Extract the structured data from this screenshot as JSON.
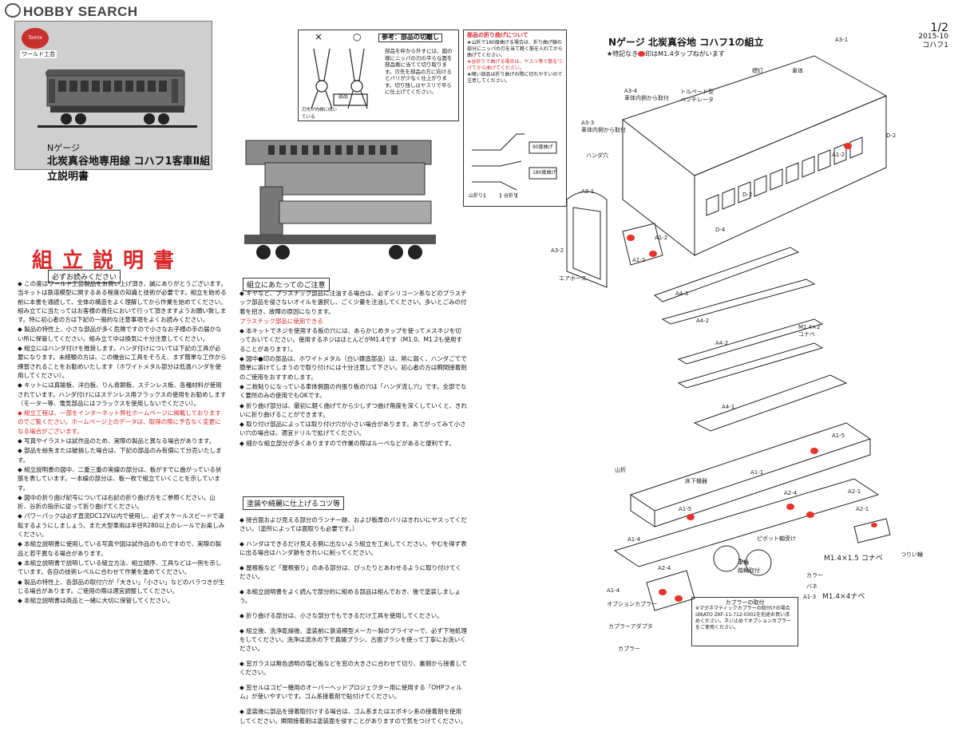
{
  "header": {
    "logo": "HOBBY SEARCH"
  },
  "page": {
    "number": "1/2",
    "date": "2015-10",
    "code": "コハフ1"
  },
  "cover": {
    "badge": "Tomix",
    "badge_sub": "ワールド工芸",
    "title1": "Nゲージ",
    "title2": "北炭真谷地専用線 コハフ1客車Ⅱ組立説明書"
  },
  "manual": {
    "title": "組立説明書",
    "read_first": "必ずお読みください",
    "paragraphs": [
      "◆ この度はワールド工芸製品をお買い上げ頂き、誠にありがとうございます。当キットは鉄道模型に関するある程度の知識と技術が必要です。組立を始める前に本書を通読して、全体の構造をよく理解してから作業を始めてください。組み立てに当たってはお客様の責任において行って頂きますようお願い致します。特に初心者の方は下記の一般的な注意事項をよくお読みください。",
      "◆ 製品の特性上、小さな部品が多く危険ですので小さなお子様の手の届かない所に保管してください。組み立て中は換気に十分注意してください。",
      "◆ 組立にはハンダ付けを推奨します。ハンダ付けについては下記の工具が必要になります。未経験の方は、この機会に工具をそろえ、まず簡単な工作から練習されることをお勧めいたします（ホワイトメタル部分は低温ハンダを使用してください）。",
      "◆ キットには真鍮板、洋白板、りん青銅板、ステンレス板、各種材料が使用されています。ハンダ付けにはステンレス用フラックスの使用をお勧めします（モーター等、電気部品にはフラックスを使用しないでください）。",
      "◆ 組立工程は、一部をインターネット弊社ホームページに掲載しておりますのでご覧ください。ホームページ上のデータは、取得の際に予告なく変更になる場合がございます。",
      "◆ 写真やイラストは試作品のため、実際の製品と異なる場合があります。",
      "◆ 部品を紛失または破損した場合は、下記の部品のみ有償にて分売いたします。",
      "◆ 組立説明書の図中、二重三重の実線の部分は、板がすでに曲がっている状態を表しています。一本線の部分は、板一枚で組立ていくことを示しています。",
      "◆ 図中の折り曲げ記号については右記の折り曲げ方をご参照ください。山折、谷折の指示に従って折り曲げてください。",
      "◆ パワーパックは必ず直流DC12V以内で使用し、必ずスケールスピードで運転するようにしましょう。また大型車両は半径R280以上のレールでお楽しみください。",
      "◆ 本組立説明書に使用している写真や図は試作品のものですので、実際の製品と若干異なる場合があります。",
      "◆ 本組立説明書で説明している組立方法、組立順序、工具などは一例を示しています。各自の技術レベルに合わせて作業を進めてください。",
      "◆ 製品の特性上、各部品の取付穴が「大きい」「小さい」などのバラつきが生じる場合があります。ご使用の際は適宜調整してください。",
      "◆ 本組立説明書は商品と一緒に大切に保管してください。"
    ]
  },
  "cutting_hint": {
    "title": "参考：部品の切離し",
    "text": "部品を枠から外すには、図の様にニッパの刃の平らな面を部品側に当てて切り取ります。刃先を部品の方に向けるとバリが少なく仕上がります。切り残しはヤスリで平らに仕上げてください。",
    "bad": "×",
    "good": "○",
    "label_part": "部品",
    "label_note": "刃先が内側に向いている"
  },
  "fold_box": {
    "title": "部品の折り曲げについて",
    "lines": [
      "★山折で180度曲げる場合は、折り曲げ線の部分にニッパの刃を当て軽く筋を入れてから曲げてください。",
      "★谷折りで曲げる場合は、ヤスリ等で筋をつけてから曲げてください。",
      "★細い部品は折り曲げの際に切れやすいので注意してください。"
    ],
    "angle_90": "90度曲げ",
    "angle_180": "180度曲げ",
    "mountain": "山折り",
    "valley": "谷折り"
  },
  "caution": {
    "title": "組立にあたってのご注意",
    "paragraphs": [
      "◆ ギヤなど、プラスチック部品に注油する場合は、必ずシリコーン系などのプラスチック部品を侵さないオイルを選択し、ごく少量を注油してください。多いとごみの付着を招き、故障の原因になります。",
      "◆ 本キットでネジを使用する板の穴には、あらかじめタップを使ってメスネジを切っておいてください。使用するネジはほとんどがM1.4です（M1.0、M1.2も使用することがあります）。",
      "◆ 図中●印の部品は、ホワイトメタル（白い鋳造部品）は、熱に弱く、ハンダごてで簡単に溶けてしまうので取り付けには十分注意して下さい。初心者の方は瞬間接着剤のご使用をおすすめします。",
      "◆ 二枚貼りになっている車体側面の内張り板の穴は「ハンダ流し穴」です。全部でなく要所のみの使用でもOKです。",
      "◆ 折り曲げ部分は、最初に軽く曲げてから少しずつ曲げ角度を深くしていくと、きれいに折り曲げることができます。",
      "◆ 取り付け部品によっては取り付け穴が小さい場合があります。あてがってみて小さい穴の場合は、適宜ドリルで拡げてください。",
      "◆ 細かな組立部分が多くありますので作業の際はルーペなどがあると便利です。"
    ],
    "red_phrase": "プラスチック部品に使用できる"
  },
  "finish": {
    "title": "塗装や綺麗に仕上げるコツ等",
    "paragraphs": [
      "◆ 接合面および見える部分のランナー跡、および板厚のバリはきれいにヤスってください。（塗所によっては面取りも必要です。）",
      "◆ ハンダはできるだけ見える側に出ないよう組立を工夫してください。やむを得ず表に出る場合はハンダ跡をきれいに削ってください。",
      "◆ 屋根板など「屋根張り」のある部分は、ぴったりとあわせるように取り付けてください。",
      "◆ 本組立説明書をよく読んで部分的に組める部品は組んでおき、後で塗装しましょう。",
      "◆ 折り曲げる部分は、小さな部分でもできるだけ工具を使用してください。",
      "◆ 組立後、洗浄乾燥後、塗装前に鉄道模型メーカー製のプライマーで、必ず下地処理をしてください。洗浄は流水の下で真鍮ブラシ、古歯ブラシを使って丁寧にお洗いください。",
      "◆ 窓ガラスは無色透明の塩ビ板などを窓の大きさに合わせて切り、裏側から接着してください。",
      "◆ 窓セルはコピー機用のオーバーヘッドプロジェクター用に使用する「OHPフィルム」が使いやすいです。ゴム系接着剤で貼付けてください。",
      "◆ 塗装後に部品を接着取付けする場合は、ゴム系またはエポキシ系の接着剤を使用してください。瞬間接着剤は塗装面を侵すことがありますので気をつけてください。"
    ]
  },
  "assembly": {
    "title": "Nゲージ 北炭真谷地 コハフ1の組立",
    "sub_pre": "★特記なき",
    "sub_post": "印はM1.4タップねがいます",
    "labels": {
      "a31": "A3-1",
      "a31b": "A3-1",
      "a34": "A3-4\n車体内側から取付",
      "a33": "A3-3\n車体内側から取付",
      "a32": "A3-2",
      "air_hose": "エアホース",
      "solder_hole": "ハンダ穴",
      "torpedo": "トルペード型\nベンチレータ",
      "flag": "標灯",
      "body": "車体",
      "d2a": "D-2",
      "d2b": "D-2",
      "d4": "D-4",
      "a12a": "A1-2",
      "a12b": "A1-2",
      "a12c": "A1-2",
      "a43": "A4-3",
      "a42a": "A4-2",
      "a42b": "A4-2",
      "a41": "A4-1",
      "m14x2": "M1.4×2\nコナベ",
      "a15a": "A1-5",
      "a15b": "A1-5",
      "a11": "A1-1",
      "a14a": "A1-4",
      "a14b": "A1-4",
      "a21a": "A2-1",
      "a21b": "A2-1",
      "a24a": "A2-4",
      "a24b": "A2-4",
      "a13": "A1-3",
      "m14x15": "M1.4×1.5 コナベ",
      "m14x4": "M1.4×4ナベ",
      "mountain": "山折",
      "floor_lamp": "床下機器",
      "wheel": "車輪\n踏輪取付",
      "pivot": "ピボット軸受け",
      "collar": "カラー",
      "spring": "バネ",
      "coupler_adapter": "カプラーアダプタ",
      "coupler": "カプラー",
      "option_coupler": "オプションカプラー",
      "tsuriwa": "つりい輪"
    },
    "coupler_box": {
      "title": "カプラーの取付",
      "text": "※マグネマティックカプラーの取付けの場合はKATO ZKF-11-712-0301を別途お買い求めください。ネジ止めでオプションカプラーをご使用ください。"
    }
  }
}
